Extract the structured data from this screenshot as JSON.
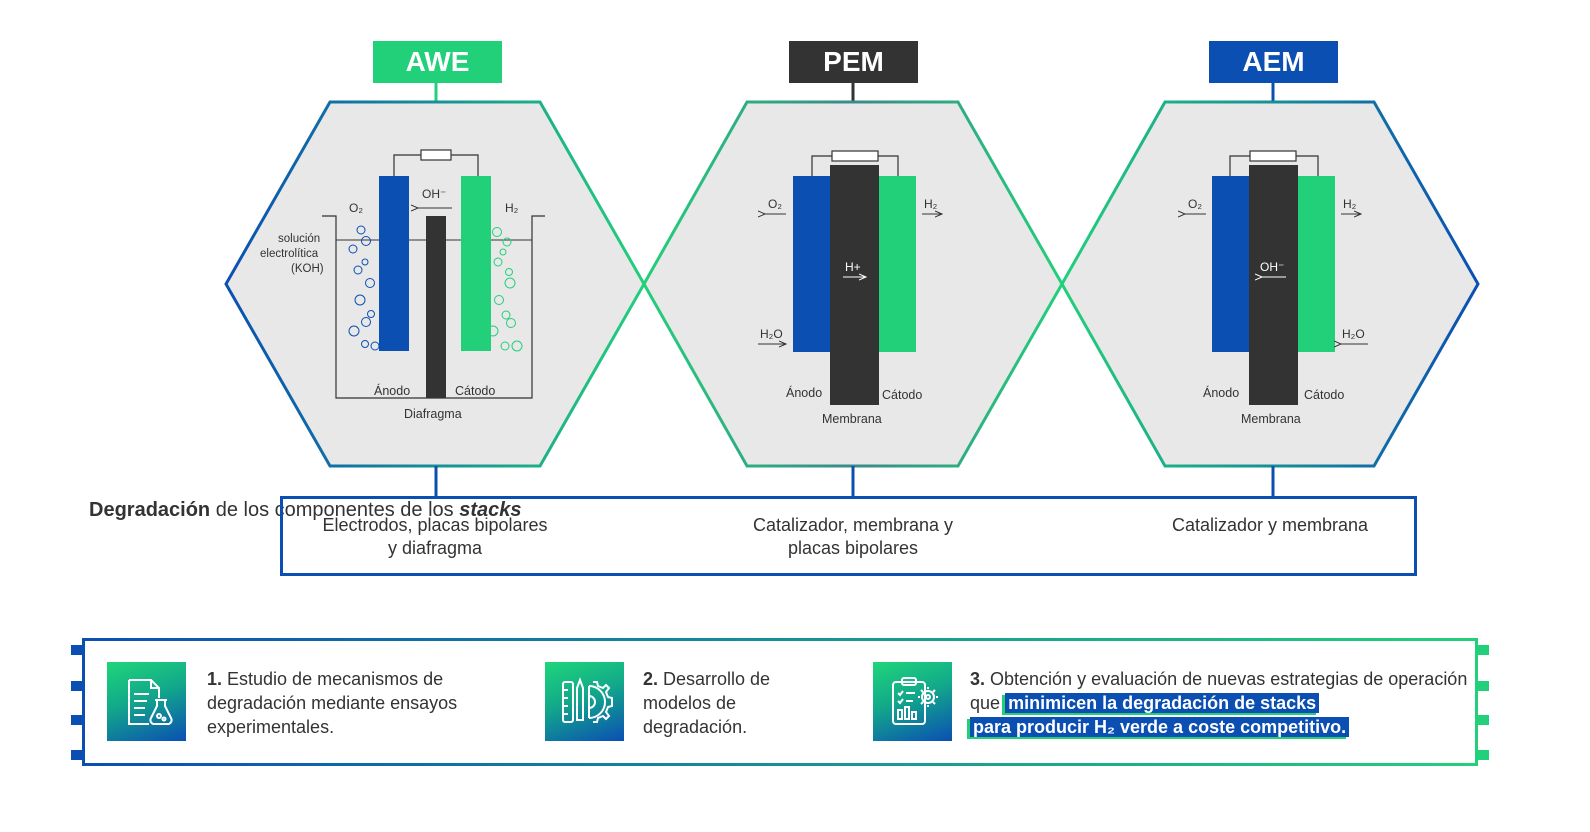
{
  "colors": {
    "green": "#22d07a",
    "dark": "#333333",
    "blue": "#0b4fb3",
    "grey": "#e8e8e8"
  },
  "technologies": [
    {
      "tag": "AWE",
      "anode_label": "Ánodo",
      "cathode_label": "Cátodo",
      "separator_label": "Diafragma",
      "ion": "OH⁻",
      "o2": "O₂",
      "h2": "H₂",
      "electrolyte_label_1": "solución",
      "electrolyte_label_2": "electrolítica",
      "electrolyte_label_3": "(KOH)"
    },
    {
      "tag": "PEM",
      "anode_label": "Ánodo",
      "cathode_label": "Cátodo",
      "separator_label": "Membrana",
      "ion": "H+",
      "o2": "O₂",
      "h2": "H₂",
      "water": "H₂O"
    },
    {
      "tag": "AEM",
      "anode_label": "Ánodo",
      "cathode_label": "Cátodo",
      "separator_label": "Membrana",
      "ion": "OH⁻",
      "o2": "O₂",
      "h2": "H₂",
      "water": "H₂O"
    }
  ],
  "degradation": {
    "title_bold": "Degradación",
    "title_rest": " de los componentes de los ",
    "title_italic": "stacks",
    "awe_line1": "Electrodos, placas bipolares",
    "awe_line2": "y diafragma",
    "pem_line1": "Catalizador, membrana y",
    "pem_line2": "placas bipolares",
    "aem_line1": "Catalizador y membrana"
  },
  "steps": [
    {
      "number": "1.",
      "text": " Estudio de mecanismos de degradación mediante ensayos experimentales.",
      "icon": "document-flask-icon"
    },
    {
      "number": "2.",
      "text": " Desarrollo de modelos de degradación.",
      "icon": "tools-gear-icon"
    },
    {
      "number": "3.",
      "text_pre": " Obtención y evaluación de nuevas estrategias de operación que",
      "text_hl1": "minimicen la degradación de stacks",
      "text_hl2": "para producir H₂ verde a coste competitivo.",
      "icon": "clipboard-gear-icon"
    }
  ]
}
